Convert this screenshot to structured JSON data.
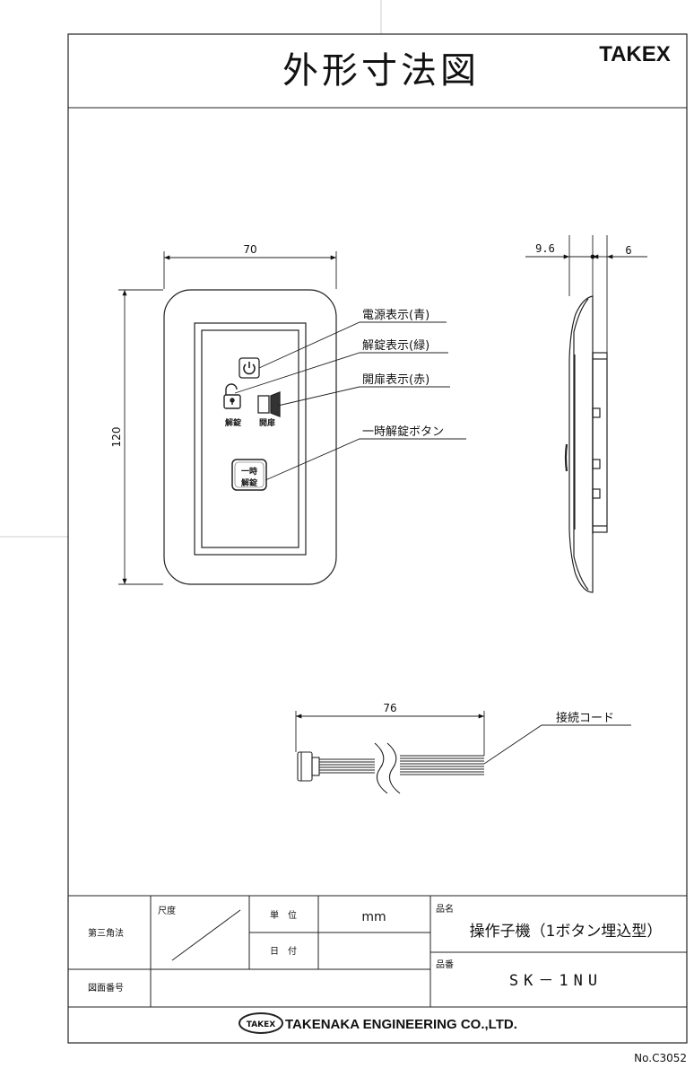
{
  "header": {
    "title": "外形寸法図",
    "brand": "TAKEX"
  },
  "front_view": {
    "width_dim": "70",
    "height_dim": "120",
    "labels": {
      "power": "電源表示(青)",
      "unlock": "解錠表示(緑)",
      "door": "開扉表示(赤)",
      "button": "一時解錠ボタン"
    },
    "icon_captions": {
      "unlock": "解錠",
      "door": "開扉"
    },
    "button_text": [
      "一時",
      "解錠"
    ]
  },
  "side_view": {
    "dim_left": "9.6",
    "dim_right": "6"
  },
  "cord_view": {
    "length_dim": "76",
    "cord_label": "接続コード"
  },
  "title_block": {
    "projection": "第三角法",
    "scale_label": "尺度",
    "unit_label": "単　位",
    "unit_value": "mm",
    "date_label": "日　付",
    "drawing_no_label": "図面番号",
    "product_name_label": "品名",
    "product_name": "操作子機（1ボタン埋込型）",
    "product_code_label": "品番",
    "product_code": "SK－1NU",
    "company": "TAKENAKA ENGINEERING CO.,LTD.",
    "company_logo_text": "TAKEX"
  },
  "doc_number": "No.C3052"
}
